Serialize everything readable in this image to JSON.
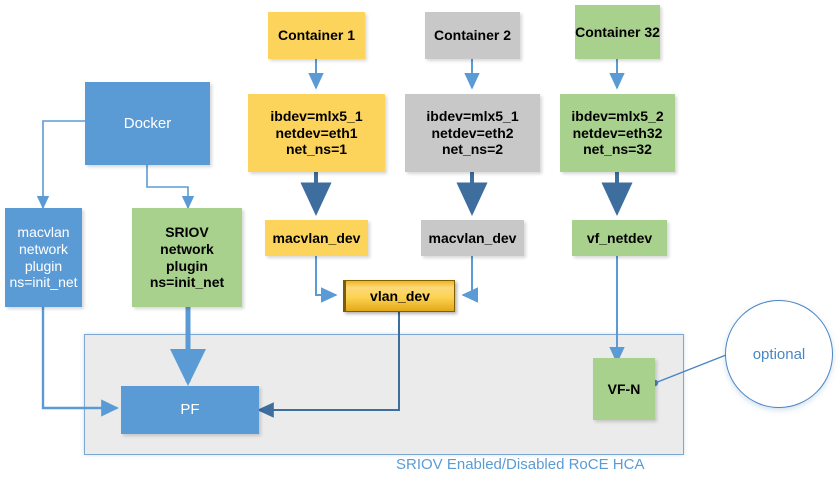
{
  "diagram": {
    "caption": "SRIOV Enabled/Disabled RoCE HCA",
    "colors": {
      "yellow": "#fcd45c",
      "gray": "#c8c8c8",
      "green": "#a9d18e",
      "blue": "#5b9bd5",
      "frame_fill": "#ebebeb",
      "frame_border": "#7da7d0",
      "link_light": "#5b9bd5",
      "link_dark": "#39699e",
      "caption_text": "#5b9bd5"
    }
  },
  "containers": [
    {
      "title": "Container 1",
      "ibdev": "ibdev=mlx5_1",
      "netdev": "netdev=eth1",
      "net_ns": "net_ns=1",
      "device": "macvlan_dev",
      "color": "yellow"
    },
    {
      "title": "Container 2",
      "ibdev": "ibdev=mlx5_1",
      "netdev": "netdev=eth2",
      "net_ns": "net_ns=2",
      "device": "macvlan_dev",
      "color": "gray"
    },
    {
      "title": "Container 32",
      "ibdev": "ibdev=mlx5_2",
      "netdev": "netdev=eth32",
      "net_ns": "net_ns=32",
      "device": "vf_netdev",
      "color": "green"
    }
  ],
  "host": {
    "docker": "Docker",
    "macvlan_plugin": {
      "line1": "macvlan",
      "line2": "network",
      "line3": "plugin",
      "line4": "ns=init_net"
    },
    "sriov_plugin": {
      "line1": "SRIOV",
      "line2": "network",
      "line3": "plugin",
      "line4": "ns=init_net"
    }
  },
  "hardware": {
    "vlan_dev": "vlan_dev",
    "pf": "PF",
    "vf": "VF-N",
    "optional_note": "optional"
  }
}
